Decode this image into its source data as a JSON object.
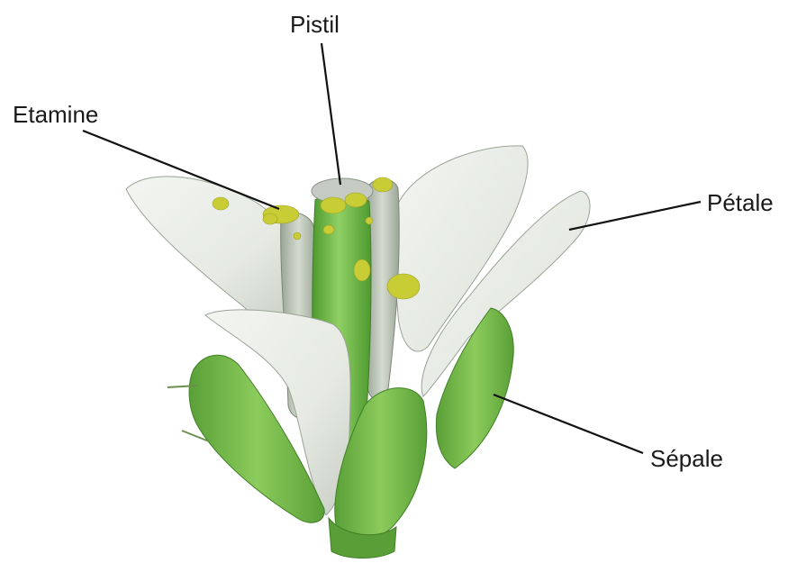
{
  "labels": {
    "pistil": "Pistil",
    "etamine": "Etamine",
    "petale": "Pétale",
    "sepale": "Sépale"
  },
  "colors": {
    "petal": "#e9ece6",
    "petal_shade": "#c9cfc6",
    "stamen_filament": "#b8c2b4",
    "anther_pollen": "#c8cc3a",
    "pistil_style": "#6fb64c",
    "sepal": "#7cbc4e",
    "sepal_dark": "#4f9630",
    "leader_line": "#111111"
  }
}
